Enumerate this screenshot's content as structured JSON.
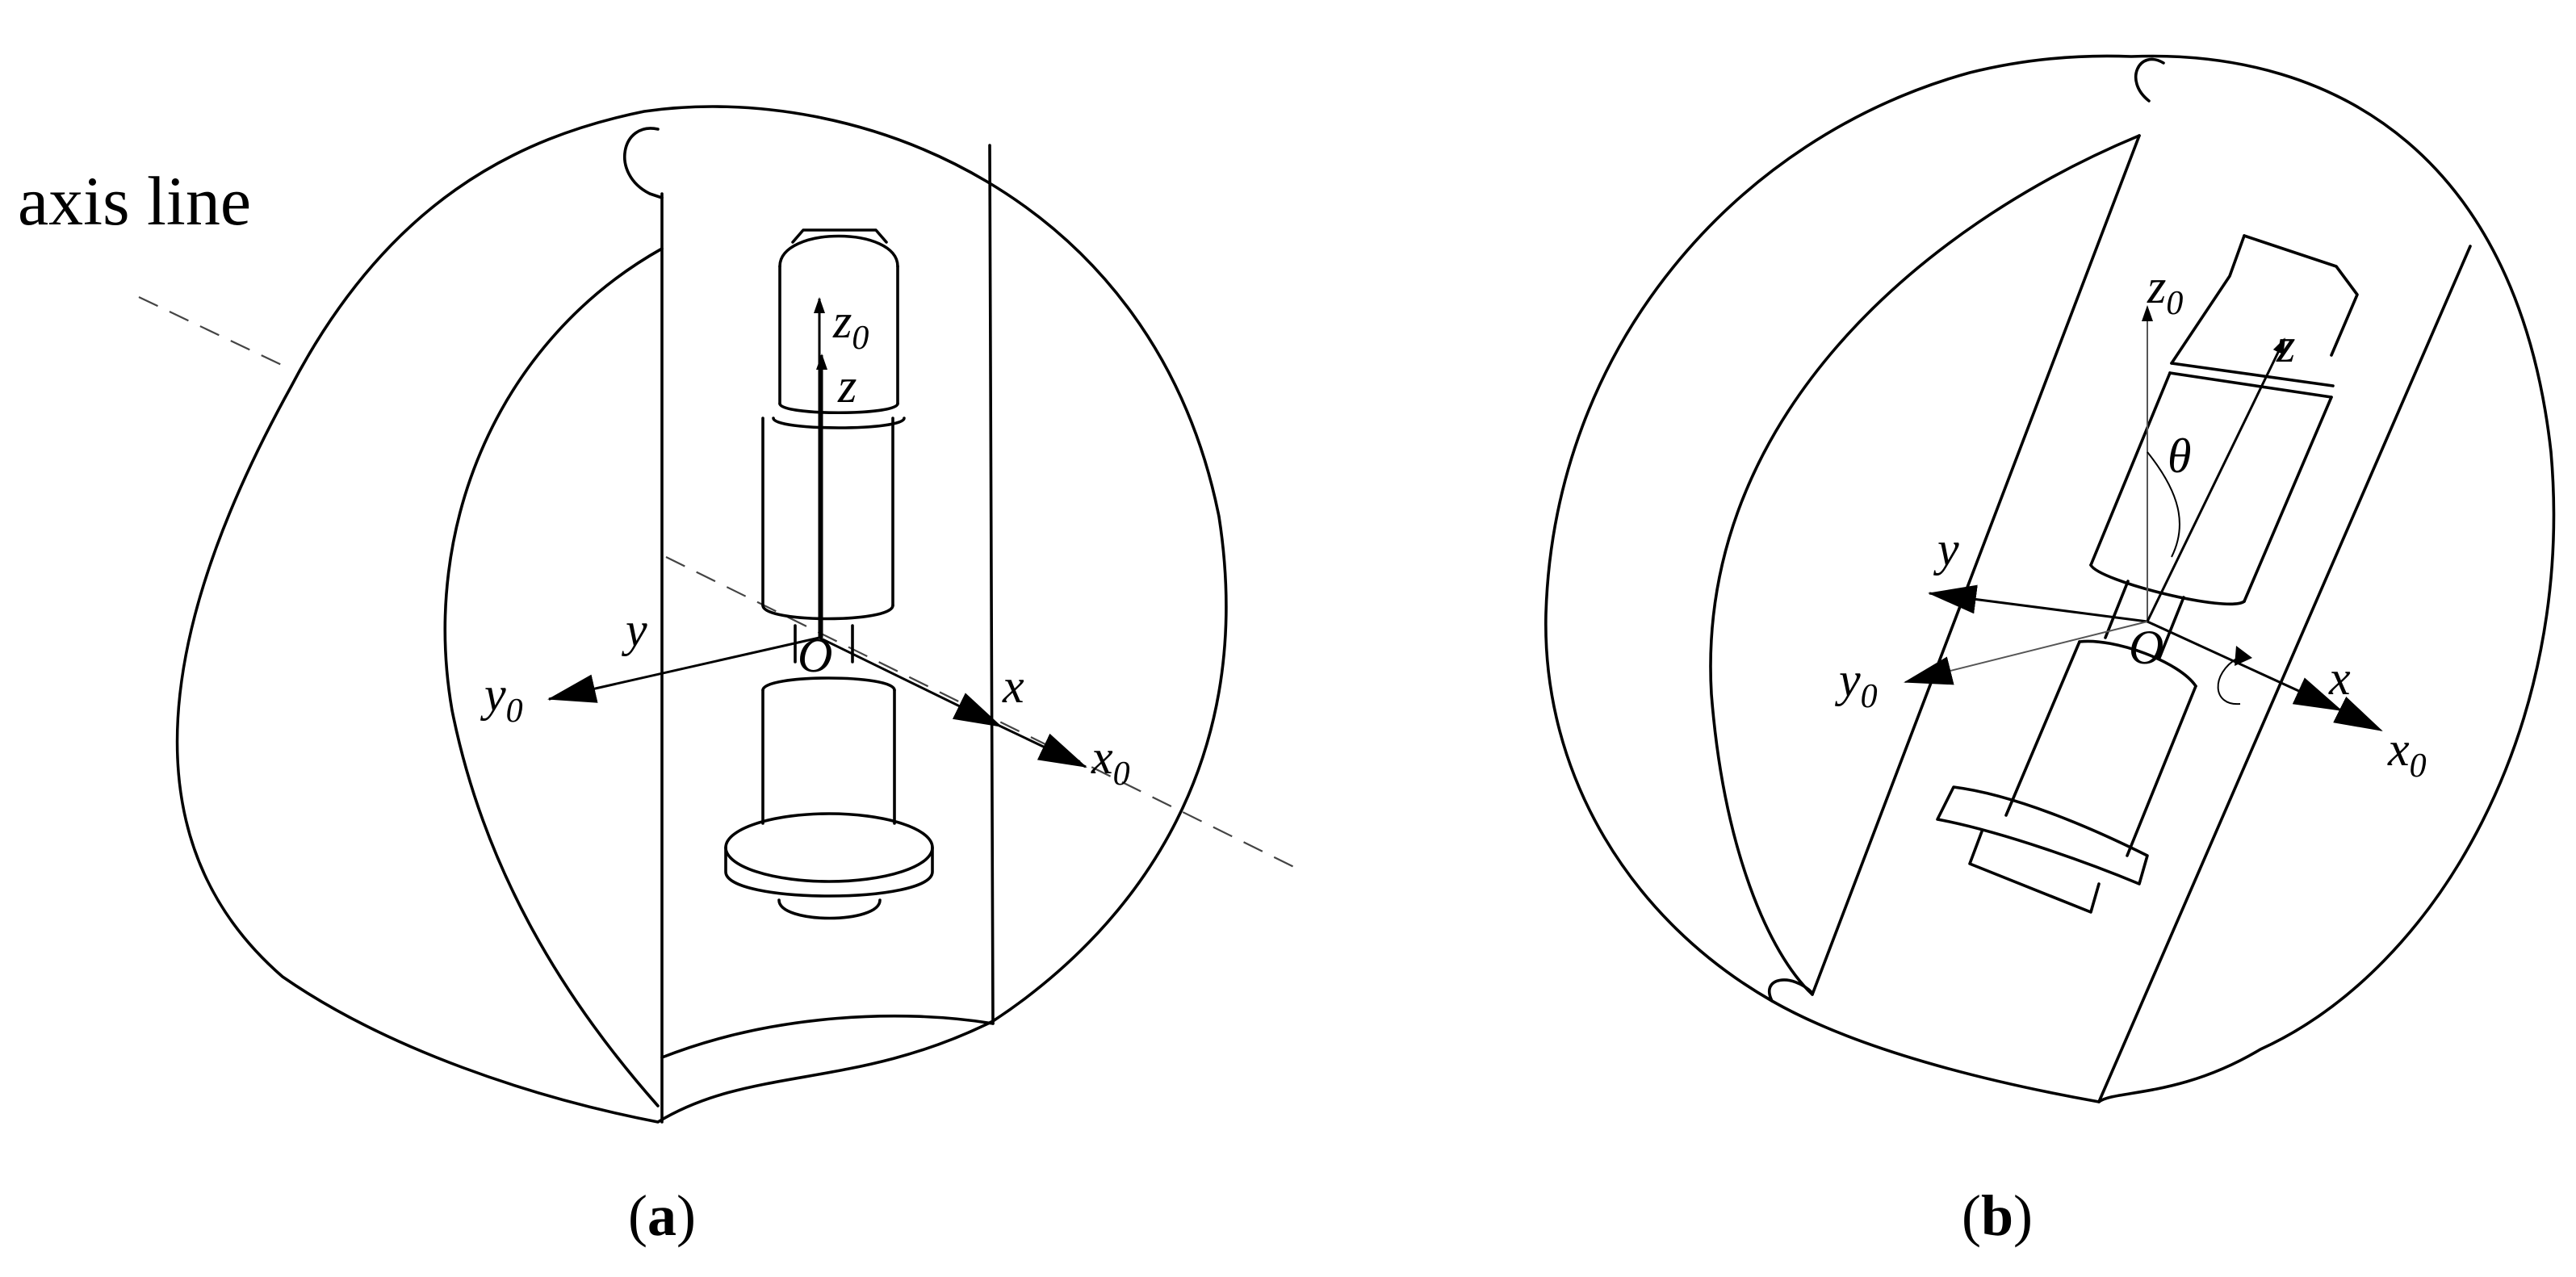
{
  "labels": {
    "axis_line": "axis line",
    "panel_a_caption": {
      "open": "(",
      "letter": "a",
      "close": ")"
    },
    "panel_b_caption": {
      "open": "(",
      "letter": "b",
      "close": ")"
    },
    "origin": "O",
    "theta": "θ",
    "x": "x",
    "y": "y",
    "z": "z",
    "x0": {
      "base": "x",
      "sub": "0"
    },
    "y0": {
      "base": "y",
      "sub": "0"
    },
    "z0": {
      "base": "z",
      "sub": "0"
    }
  }
}
